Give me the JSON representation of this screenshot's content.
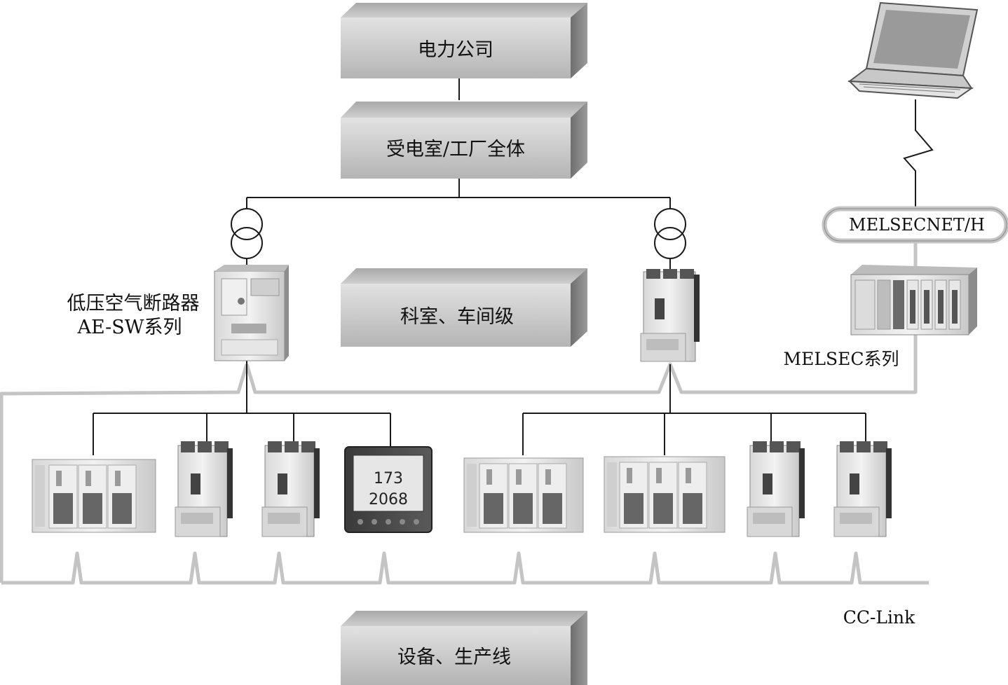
{
  "levels": {
    "power_company": "电力公司",
    "substation": "受电室/工厂全体",
    "workshop": "科室、车间级",
    "equipment": "设备、生产线"
  },
  "labels": {
    "breaker_line1": "低压空气断路器",
    "breaker_line2": "AE-SW系列",
    "melsecnet": "MELSECNET/H",
    "melsec_series": "MELSEC系列",
    "cc_link": "CC-Link"
  },
  "meter_display": {
    "line1": "173",
    "line2": "2068"
  },
  "colors": {
    "box_face_top": "#dcdcdc",
    "box_face_bottom": "#b8b8b8",
    "box_top": "#c8c8c8",
    "box_side": "#8c8c8c",
    "cable": "#c4c4c4",
    "wire": "#1a1a1a"
  }
}
